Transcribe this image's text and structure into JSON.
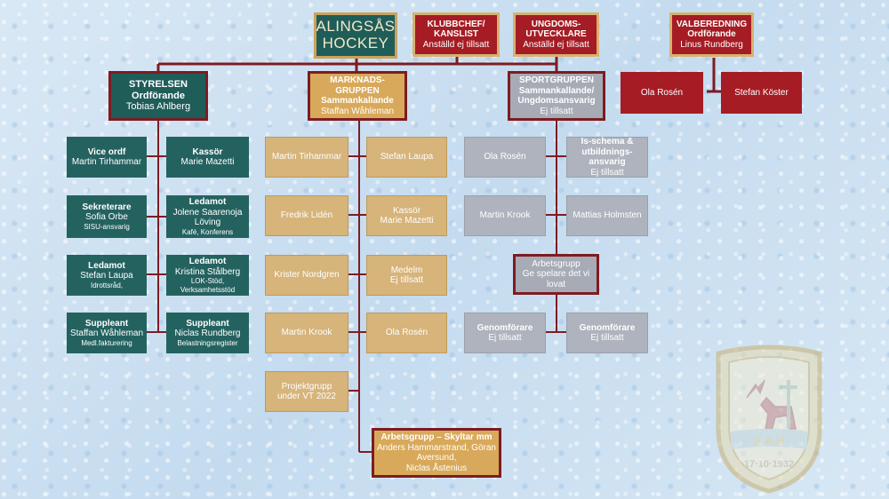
{
  "title": {
    "line1": "ALINGSÅS",
    "line2": "HOCKEY"
  },
  "top_boxes": {
    "klubbchef": {
      "line1": "KLUBBCHEF/",
      "line2": "KANSLIST",
      "line3": "Anställd ej tillsatt"
    },
    "ungdoms": {
      "line1": "UNGDOMS-",
      "line2": "UTVECKLARE",
      "line3": "Anställd ej tillsatt"
    },
    "valberedning": {
      "line1": "VALBEREDNING",
      "line2": "Ordförande",
      "line3": "Linus Rundberg"
    }
  },
  "valberedning_members": [
    "Ola Rosén",
    "Stefan Köster"
  ],
  "styrelsen": {
    "head": {
      "line1": "STYRELSEN",
      "line2": "Ordförande",
      "line3": "Tobias Ahlberg"
    },
    "members": [
      {
        "role": "Vice ordf",
        "name": "Martin Tirhammar",
        "note": ""
      },
      {
        "role": "Kassör",
        "name": "Marie Mazetti",
        "note": ""
      },
      {
        "role": "Sekreterare",
        "name": "Sofia Orbe",
        "note": "SISU-ansvarig"
      },
      {
        "role": "Ledamot",
        "name": "Jolene Saarenoja Löving",
        "note": "Kafé, Konferens"
      },
      {
        "role": "Ledamot",
        "name": "Stefan Laupa",
        "note": "Idrottsråd,"
      },
      {
        "role": "Ledamot",
        "name": "Kristina Stålberg",
        "note": "LOK-Stöd, Verksamhetsstöd"
      },
      {
        "role": "Suppleant",
        "name": "Staffan Wåhleman",
        "note": "Medl.fakturering"
      },
      {
        "role": "Suppleant",
        "name": "Niclas Rundberg",
        "note": "Belastningsregister"
      }
    ]
  },
  "marknad": {
    "head": {
      "line1": "MARKNADS-",
      "line2": "GRUPPEN",
      "line3": "Sammankallande",
      "line4": "Staffan Wåhleman"
    },
    "members": [
      {
        "line1": "Martin Tirhammar",
        "line2": ""
      },
      {
        "line1": "Stefan Laupa",
        "line2": ""
      },
      {
        "line1": "Fredrik Lidén",
        "line2": ""
      },
      {
        "line1": "Kassör",
        "line2": "Marie Mazetti"
      },
      {
        "line1": "Krister Nordgren",
        "line2": ""
      },
      {
        "line1": "Medelm",
        "line2": "Ej tillsatt"
      },
      {
        "line1": "Martin Krook",
        "line2": ""
      },
      {
        "line1": "Ola Rosén",
        "line2": ""
      }
    ],
    "projekt": {
      "line1": "Projektgrupp",
      "line2": "under VT 2022"
    },
    "arbetsgrupp": {
      "line1": "Arbetsgrupp – Skyltar mm",
      "line2": "Anders Hammarstrand, Göran Aversund,",
      "line3": "Niclas Åstenius"
    }
  },
  "sport": {
    "head": {
      "line1": "SPORTGRUPPEN",
      "line2": "Sammankallande/",
      "line3": "Ungdomsansvarig",
      "line4": "Ej tillsatt"
    },
    "members": [
      {
        "line1": "Ola Rosén",
        "line2": ""
      },
      {
        "line1": "Is-schema & utbildnings-ansvarig",
        "line2": "Ej tillsatt"
      },
      {
        "line1": "Martin Krook",
        "line2": ""
      },
      {
        "line1": "Mattias Holmsten",
        "line2": ""
      }
    ],
    "arbetsgrupp": {
      "line1": "Arbetsgrupp",
      "line2": "Ge spelare det vi lovat"
    },
    "genomforare": [
      {
        "line1": "Genomförare",
        "line2": "Ej tillsatt"
      },
      {
        "line1": "Genomförare",
        "line2": "Ej tillsatt"
      }
    ]
  },
  "logo": {
    "letters": "S.A.H",
    "date": "17·10·1932"
  },
  "colors": {
    "teal": "#246260",
    "tan": "#d6b47a",
    "grey": "#aeb3bd",
    "red": "#a51c24",
    "line": "#7d1c22"
  }
}
